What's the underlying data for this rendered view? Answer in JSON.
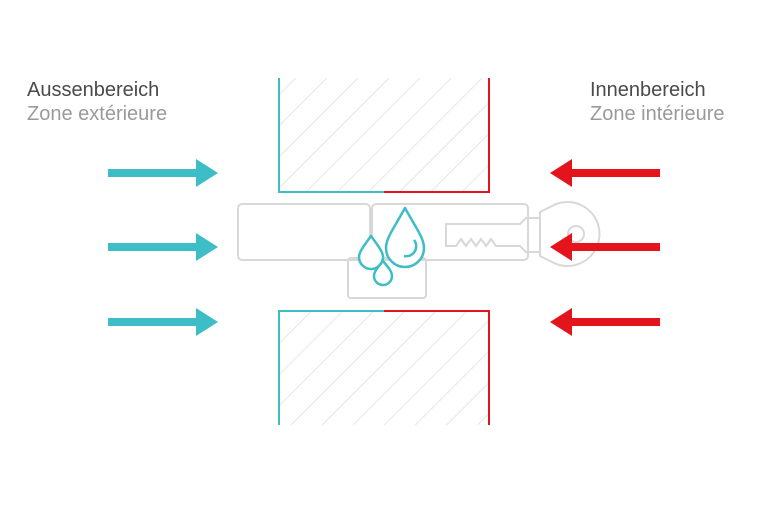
{
  "labels": {
    "outside": {
      "primary": "Aussenbereich",
      "secondary": "Zone extérieure"
    },
    "inside": {
      "primary": "Innenbereich",
      "secondary": "Zone intérieure"
    }
  },
  "colors": {
    "outside": "#3dbdc6",
    "inside": "#e3141c",
    "hatch": "#c9c9c9",
    "cylinder_outline": "#d8d8d8",
    "text_primary": "#4a4a4a",
    "text_secondary": "#9a9a9a"
  },
  "icons": {
    "outside_arrows": "arrow-right-icon",
    "inside_arrows": "arrow-left-icon",
    "water": "water-drops-icon",
    "lock": "lock-cylinder-icon",
    "key": "key-icon"
  }
}
